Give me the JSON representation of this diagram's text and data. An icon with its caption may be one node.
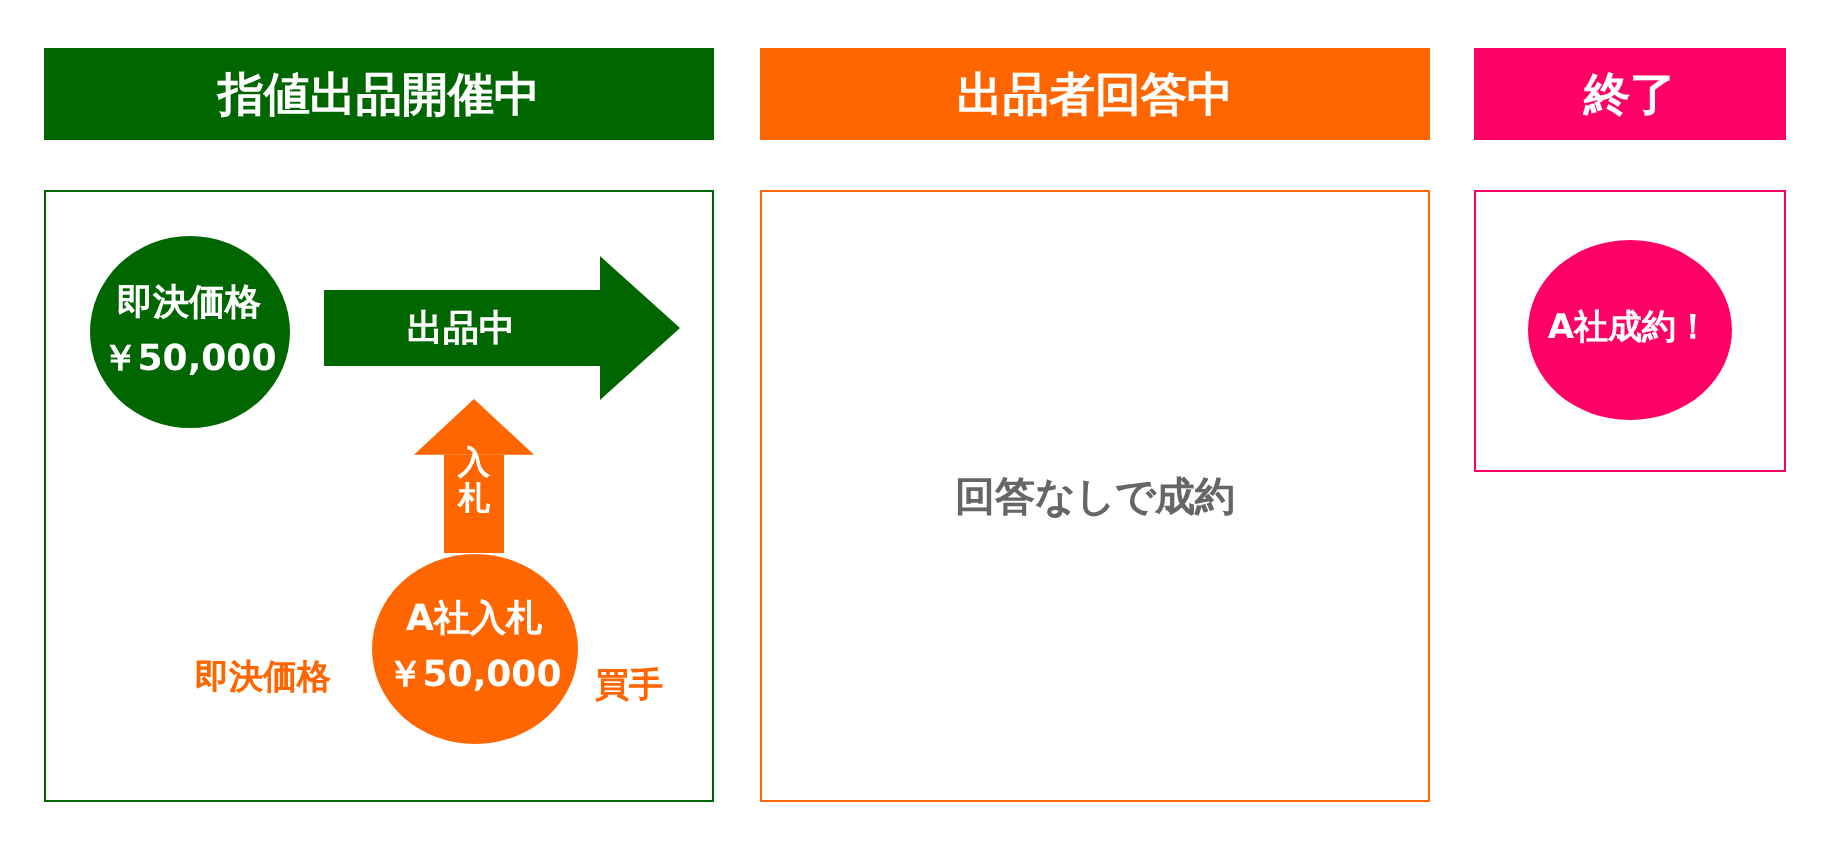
{
  "diagram": {
    "nodes": [
      {
        "text": [
          "指値出品開催中"
        ]
      },
      {
        "text": [
          "出品者回答中"
        ]
      },
      {
        "text": [
          "終了"
        ]
      },
      {
        "text": [],
        "shape": "box"
      },
      {
        "text": [
          "即決価格",
          "￥50,000"
        ],
        "in": 3
      },
      {
        "text": [
          "出品中"
        ],
        "in": 3
      },
      {
        "text": [
          "A社入札",
          "￥50,000"
        ],
        "in": 3,
        "beside": [
          "即決価格",
          "買手"
        ]
      },
      {
        "text": [
          "回答なしで成約"
        ]
      },
      {
        "text": [],
        "shape": "box"
      },
      {
        "text": [
          "A社成約！"
        ],
        "in": 8
      }
    ],
    "edges": [
      {
        "from": 6,
        "to": 5,
        "arrow": "to",
        "label": "入札"
      }
    ]
  }
}
